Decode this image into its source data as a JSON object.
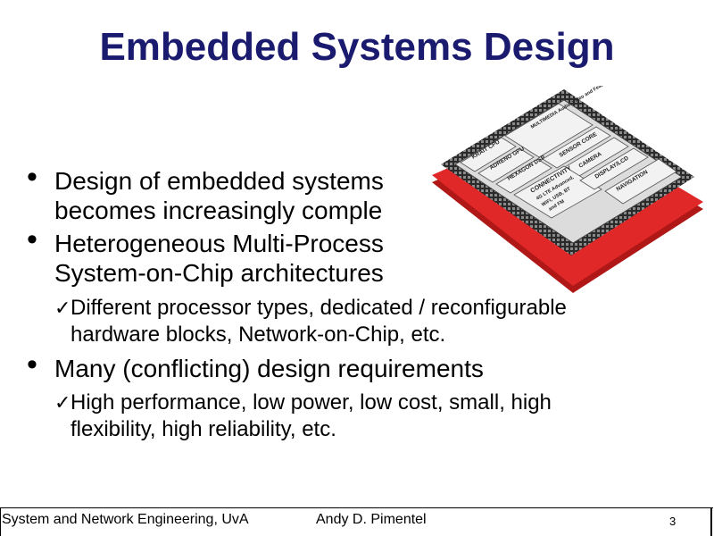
{
  "slide": {
    "title": "Embedded Systems Design"
  },
  "bullets": [
    {
      "lines": [
        "Design of embedded systems",
        "becomes increasingly comple"
      ]
    },
    {
      "lines": [
        "Heterogeneous Multi-Process",
        "System-on-Chip architectures"
      ]
    },
    {
      "lines": [
        "Many (conflicting) design requirements"
      ]
    }
  ],
  "subbullets": [
    {
      "lines": [
        "Different processor types, dedicated / reconfigurable",
        "hardware blocks, Network-on-Chip, etc."
      ]
    },
    {
      "lines": [
        "High performance, low power, low cost, small, high",
        "flexibility, high reliability, etc."
      ]
    }
  ],
  "chip": {
    "blocks": {
      "multimedia": "MULTIMEDIA Audio, Video and Features",
      "krait": "KRAIT CPU",
      "adreno": "ADRENO GPU",
      "sensor": "SENSOR CORE",
      "camera": "CAMERA",
      "hexagon": "HEXAGON DSP",
      "display": "DISPLAY/LCD",
      "connectivity": "CONNECTIVITY",
      "conn_detail1": "4G LTE Advanced,",
      "conn_detail2": "WiFi, USB, BT",
      "conn_detail3": "and FM",
      "navigation": "NAVIGATION"
    },
    "colors": {
      "top": "#d9d9d9",
      "edge": "#1a1a1a",
      "base": "#d42020"
    }
  },
  "footer": {
    "left": "System and Network Engineering, UvA",
    "middle": "Andy D. Pimentel",
    "page": "3"
  },
  "icons": {
    "bullet": "•",
    "check": "ü"
  }
}
